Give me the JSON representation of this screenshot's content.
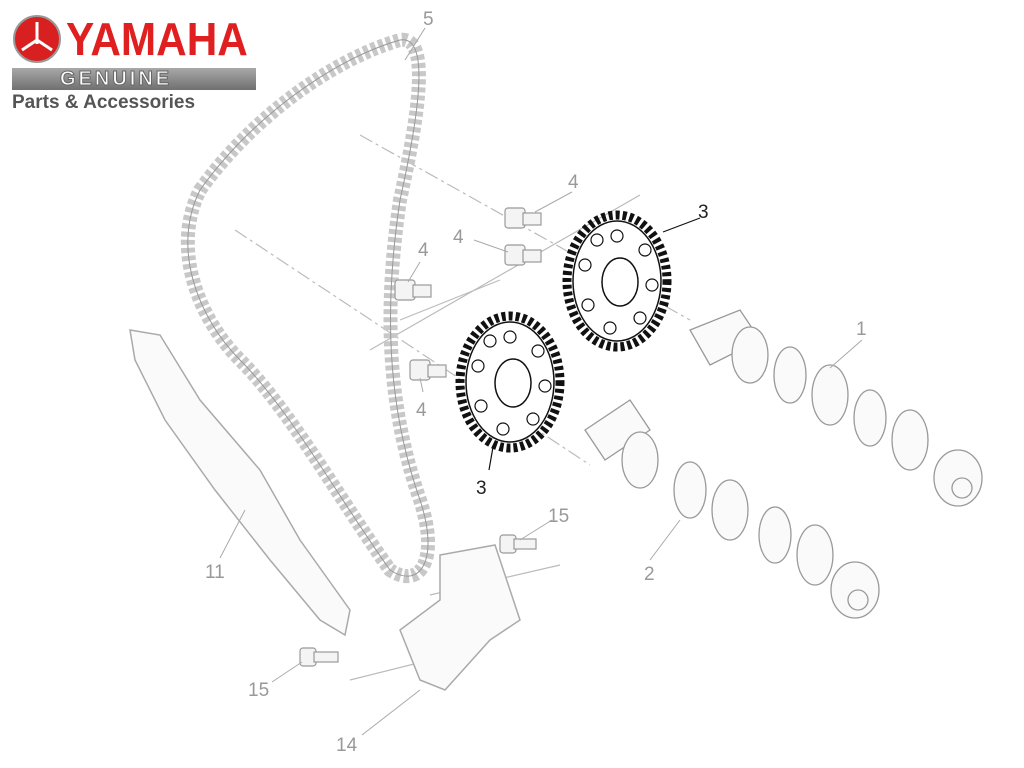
{
  "logo": {
    "brand": "YAMAHA",
    "line": "GENUINE",
    "tagline": "Parts & Accessories"
  },
  "callouts": [
    {
      "id": "chain",
      "label": "5",
      "highlight": false
    },
    {
      "id": "bolt-a",
      "label": "4",
      "highlight": false
    },
    {
      "id": "bolt-b",
      "label": "4",
      "highlight": false
    },
    {
      "id": "bolt-c",
      "label": "4",
      "highlight": false
    },
    {
      "id": "bolt-d",
      "label": "4",
      "highlight": false
    },
    {
      "id": "sprocket-upper",
      "label": "3",
      "highlight": true
    },
    {
      "id": "sprocket-lower",
      "label": "3",
      "highlight": true
    },
    {
      "id": "camshaft-1",
      "label": "1",
      "highlight": false
    },
    {
      "id": "camshaft-2",
      "label": "2",
      "highlight": false
    },
    {
      "id": "chain-guide",
      "label": "11",
      "highlight": false
    },
    {
      "id": "screw-a",
      "label": "15",
      "highlight": false
    },
    {
      "id": "screw-b",
      "label": "15",
      "highlight": false
    },
    {
      "id": "guide-stopper",
      "label": "14",
      "highlight": false
    }
  ],
  "colors": {
    "brand_red": "#e02020",
    "line_gray": "#b0b0b0",
    "highlight": "#111111"
  }
}
